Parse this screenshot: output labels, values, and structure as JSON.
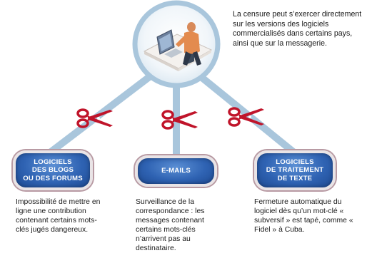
{
  "intro": "La censure peut s’exercer directement sur les versions des logiciels commercialisés dans certains pays, ainsi que sur la messagerie.",
  "categories": [
    {
      "label": "LOGICIELS\nDES BLOGS\nOU DES FORUMS",
      "description": "Impossibilité de mettre en ligne une contribution contenant certains mots-clés jugés dangereux."
    },
    {
      "label": "E-MAILS",
      "description": "Surveillance de la correspondance : les messages contenant certains mots-clés n’arrivent pas au destinataire."
    },
    {
      "label": "LOGICIELS\nDE TRAITEMENT\nDE TEXTE",
      "description": "Fermeture automatique du logiciel dès qu’un mot-clé « subversif » est tapé, comme « Fidel » à Cuba."
    }
  ],
  "colors": {
    "connector": "#a9c6dc",
    "scissors": "#c0142a",
    "hub_border": "#a9c6dc",
    "pill_blue": "#2f63b3",
    "pill_border": "#b89aa3"
  },
  "icons": [
    "computer-user-icon",
    "scissors-icon"
  ]
}
